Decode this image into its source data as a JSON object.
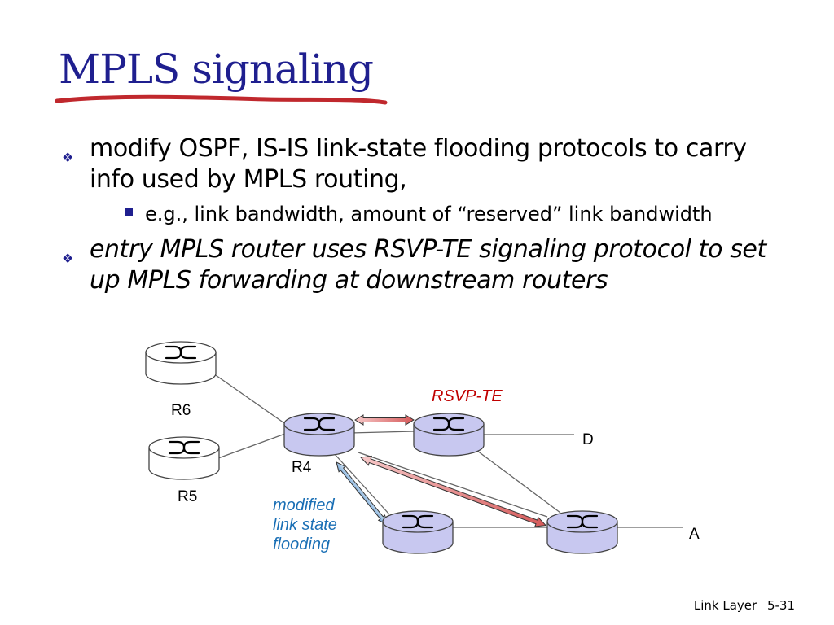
{
  "slide": {
    "title": "MPLS signaling",
    "bullets": [
      {
        "text": "modify OSPF, IS-IS link-state flooding protocols to carry info used by MPLS routing,",
        "italic": false
      },
      {
        "text": "entry MPLS router uses RSVP-TE signaling protocol to set up MPLS forwarding at downstream routers",
        "italic": true
      }
    ],
    "subbullet": "e.g., link bandwidth, amount of “reserved” link bandwidth"
  },
  "diagram": {
    "routers": [
      {
        "id": "R6",
        "label": "R6",
        "style": "white"
      },
      {
        "id": "R5",
        "label": "R5",
        "style": "white"
      },
      {
        "id": "R4",
        "label": "R4",
        "style": "blue"
      },
      {
        "id": "RT",
        "label": "",
        "style": "blue"
      },
      {
        "id": "RB",
        "label": "",
        "style": "blue"
      },
      {
        "id": "RA",
        "label": "",
        "style": "blue"
      }
    ],
    "endpoint_labels": {
      "D": "D",
      "A": "A"
    },
    "rsvp_label": "RSVP-TE",
    "flooding_label": [
      "modified",
      "link state",
      "flooding"
    ],
    "colors": {
      "title": "#1f1f8f",
      "accent_red": "#c00000",
      "flooding_blue": "#1a6fb5",
      "router_blue": "#c8c8f0"
    }
  },
  "footer": {
    "left": "Link Layer",
    "right": "5-31"
  }
}
